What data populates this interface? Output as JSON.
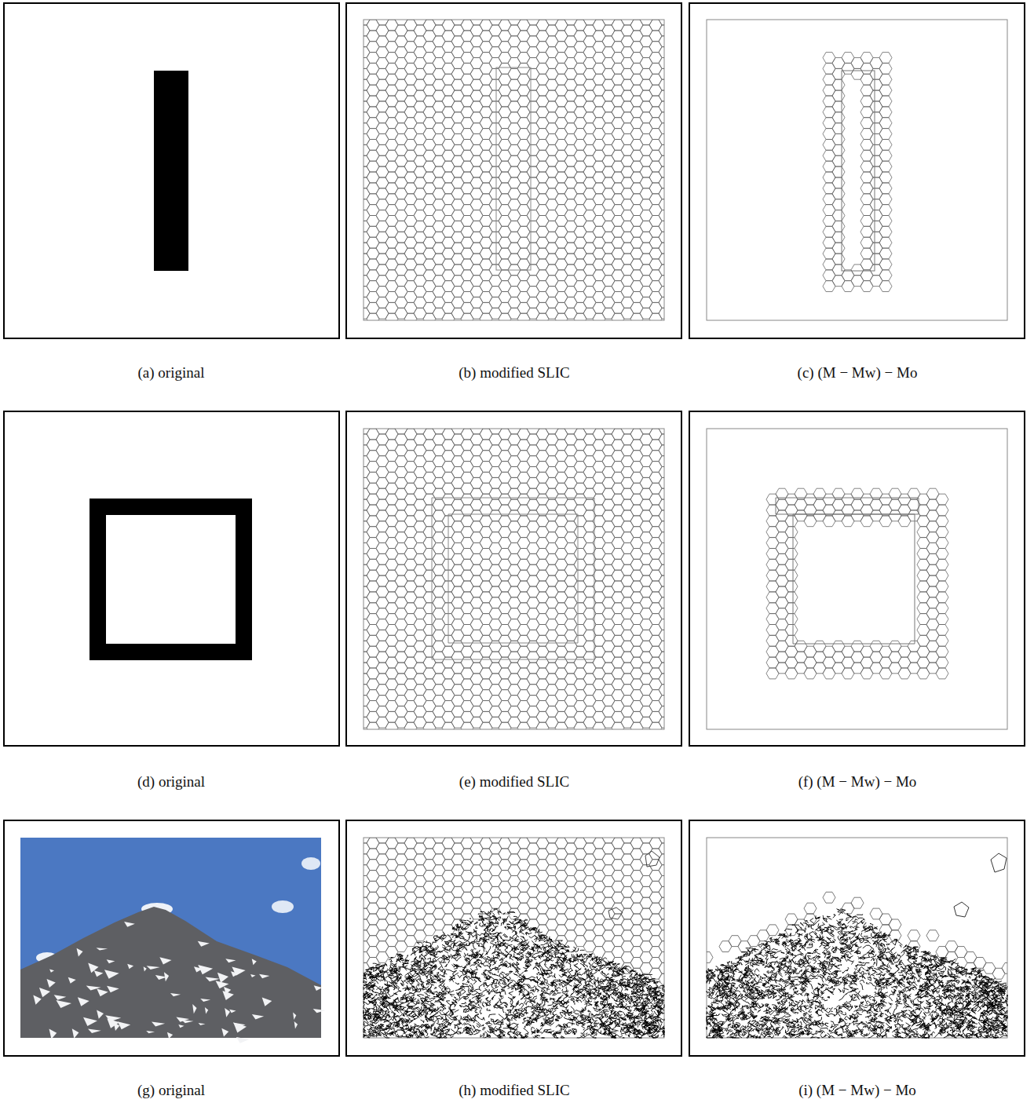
{
  "diagram": {
    "labels": [
      "(a) original",
      "(b) modified SLIC",
      "(c) (M − Mw) − Mo",
      "(d) original",
      "(e) modified SLIC",
      "(f) (M − Mw) − Mo",
      "(g) original",
      "(h) modified SLIC",
      "(i) (M − Mw) − Mo"
    ]
  }
}
